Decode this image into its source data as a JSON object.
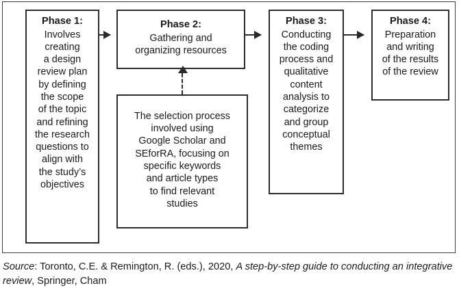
{
  "diagram": {
    "type": "flowchart",
    "nodes": [
      {
        "id": "phase1",
        "title": "Phase 1:",
        "body": "Involves\ncreating\na design\nreview plan\nby defining\nthe scope\nof the topic\nand refining\nthe research\nquestions to\nalign with\nthe study’s\nobjectives"
      },
      {
        "id": "phase2",
        "title": "Phase 2:",
        "body": "Gathering and\norganizing resources"
      },
      {
        "id": "selection",
        "title": "",
        "body": "The selection process\ninvolved using\nGoogle Scholar and\nSEforRA, focusing on\nspecific keywords\nand article types\nto find relevant\nstudies"
      },
      {
        "id": "phase3",
        "title": "Phase 3:",
        "body": "Conducting\nthe coding\nprocess and\nqualitative\ncontent\nanalysis  to\ncategorize\nand group\nconceptual\nthemes"
      },
      {
        "id": "phase4",
        "title": "Phase 4:",
        "body": "Preparation\nand writing\nof the results\nof the review"
      }
    ],
    "connectors": [
      {
        "id": "phase1-to-phase2",
        "style": "solid",
        "direction": "right"
      },
      {
        "id": "phase2-to-phase3",
        "style": "solid",
        "direction": "right"
      },
      {
        "id": "phase3-to-phase4",
        "style": "solid",
        "direction": "right"
      },
      {
        "id": "selection-to-phase2",
        "style": "dashed",
        "direction": "up"
      }
    ],
    "colors": {
      "border": "#2a2a2a",
      "frame": "#3c3c3c",
      "text": "#1a1a1a",
      "background": "#ffffff"
    }
  },
  "source": {
    "label": "Source",
    "separator": ": ",
    "authors": "Toronto, C.E. & Remington, R. (eds.), 2020, ",
    "title": "A step-by-step guide to conducting an integrative review",
    "publisher": ", Springer, Cham"
  }
}
